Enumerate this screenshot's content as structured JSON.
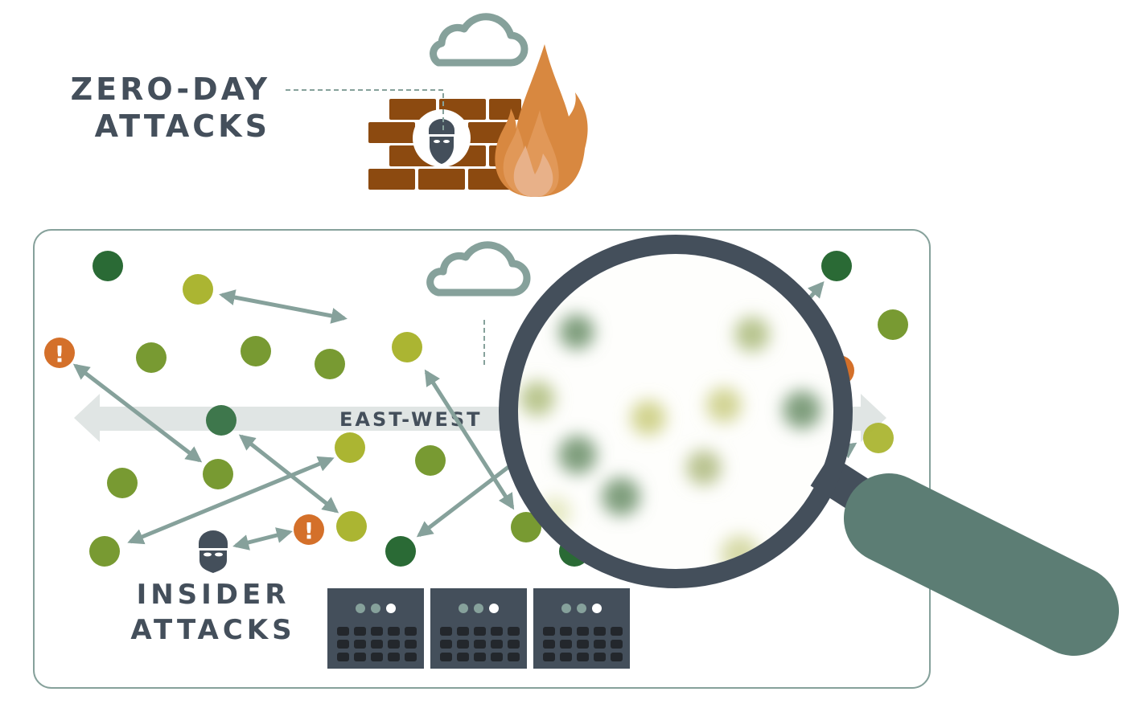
{
  "labels": {
    "zero_day_line1": "ZERO-DAY",
    "zero_day_line2": "ATTACKS",
    "insider_line1": "INSIDER",
    "insider_line2": "ATTACKS",
    "east_west": "EAST-WEST"
  },
  "colors": {
    "dark_green": "#2a6a35",
    "mid_green": "#789a32",
    "lime": "#abb532",
    "alert_orange": "#d4702a",
    "arrow_gray": "#86a19b",
    "slate": "#444f5b",
    "brick": "#8c4a10",
    "handle_teal": "#5c7d74",
    "band_gray": "#e0e5e4"
  },
  "alert_glyph": "!",
  "server_count": 3
}
